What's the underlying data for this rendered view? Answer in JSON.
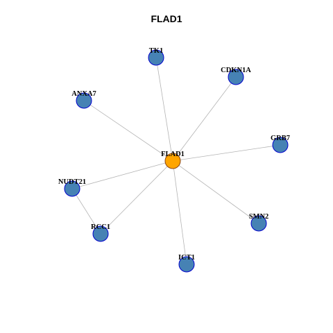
{
  "title": "FLAD1",
  "colors": {
    "hub_fill": "#FFA500",
    "hub_stroke": "#8B4513",
    "node_fill": "#4682B4",
    "node_stroke": "#0000CD",
    "edge": "#B3B3B3"
  },
  "hub": {
    "id": "FLAD1",
    "label": "FLAD1"
  },
  "nodes": [
    {
      "id": "TK1",
      "label": "TK1"
    },
    {
      "id": "CDKN1A",
      "label": "CDKN1A"
    },
    {
      "id": "ANXA7",
      "label": "ANXA7"
    },
    {
      "id": "GRB7",
      "label": "GRB7"
    },
    {
      "id": "NUDT21",
      "label": "NUDT21"
    },
    {
      "id": "SMN2",
      "label": "SMN2"
    },
    {
      "id": "RCC1",
      "label": "RCC1"
    },
    {
      "id": "ICT1",
      "label": "ICT1"
    }
  ],
  "edges": [
    [
      "FLAD1",
      "TK1"
    ],
    [
      "FLAD1",
      "CDKN1A"
    ],
    [
      "FLAD1",
      "ANXA7"
    ],
    [
      "FLAD1",
      "GRB7"
    ],
    [
      "FLAD1",
      "NUDT21"
    ],
    [
      "FLAD1",
      "SMN2"
    ],
    [
      "FLAD1",
      "RCC1"
    ],
    [
      "FLAD1",
      "ICT1"
    ],
    [
      "NUDT21",
      "RCC1"
    ]
  ]
}
